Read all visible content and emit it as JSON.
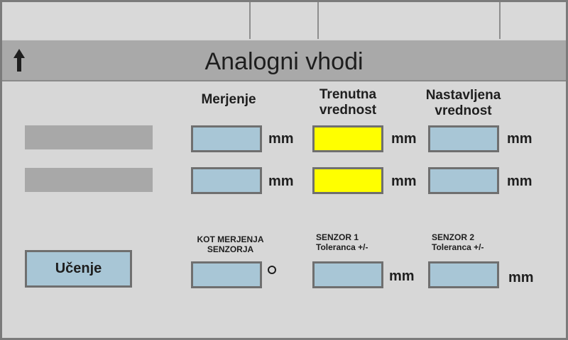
{
  "header": {
    "title": "Analogni vhodi",
    "back_icon": "up-arrow-icon"
  },
  "columns": {
    "measurement": "Merjenje",
    "current_value": "Trenutna\nvrednost",
    "set_value": "Nastavljena\nvrednost"
  },
  "rows": [
    {
      "unit_measure": "mm",
      "unit_current": "mm",
      "unit_set": "mm"
    },
    {
      "unit_measure": "mm",
      "unit_current": "mm",
      "unit_set": "mm"
    }
  ],
  "settings": {
    "learn_button": "Učenje",
    "angle_label": "KOT MERJENJA\nSENZORJA",
    "sensor1_label": "SENZOR 1\nToleranca +/-",
    "sensor2_label": "SENZOR 2\nToleranca +/-",
    "sensor1_unit": "mm",
    "sensor2_unit": "mm"
  },
  "colors": {
    "field_blue": "#a8c6d6",
    "field_yellow": "#ffff00",
    "title_bar": "#a9a9a9"
  }
}
